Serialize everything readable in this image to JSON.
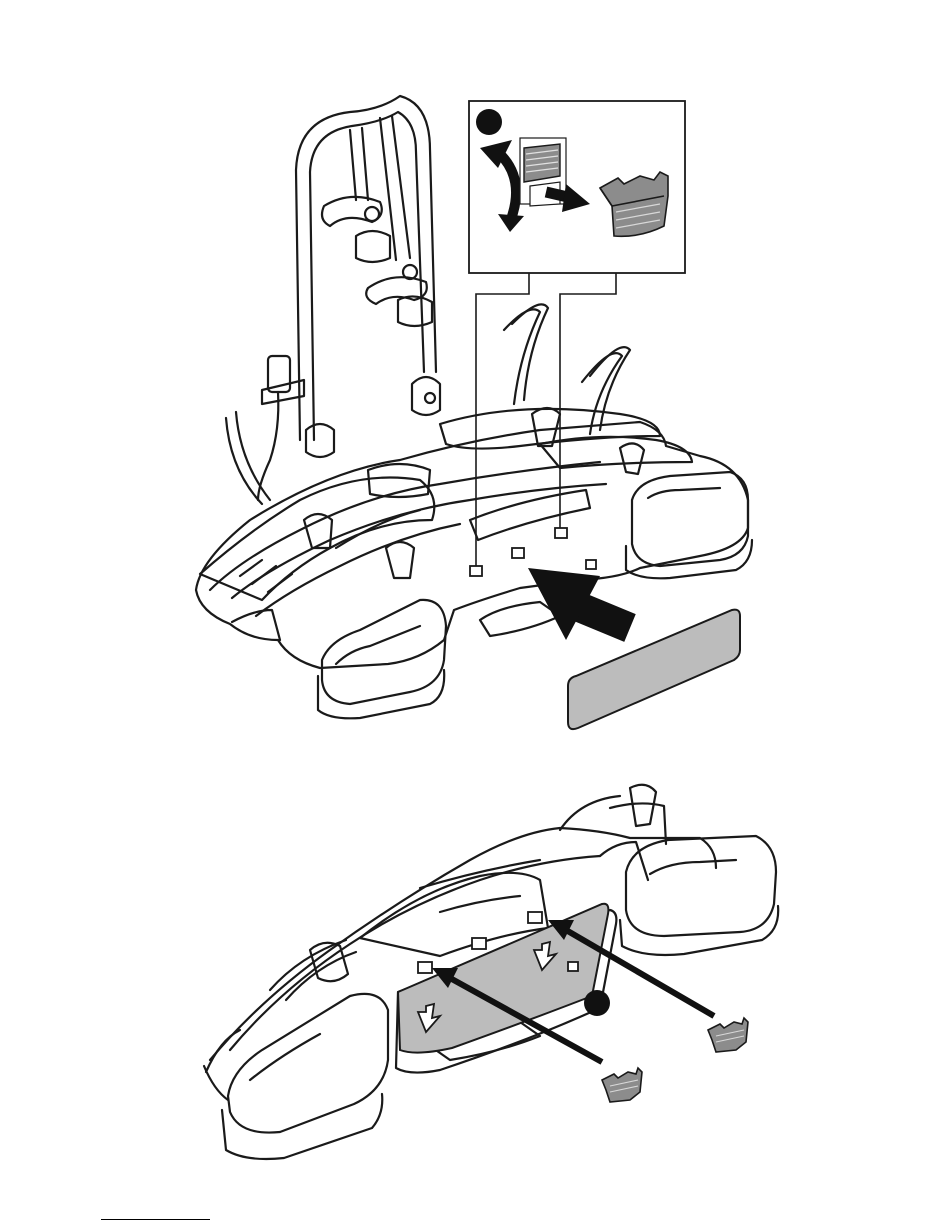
{
  "colors": {
    "line": "#1a1a1a",
    "plate_fill": "#bcbcbc",
    "part_fill": "#8c8c8c",
    "arrow": "#111111",
    "background": "#ffffff"
  },
  "figure_1": {
    "callout_marker": "filled-circle",
    "step_icons": [
      "curved-double-arrow-icon",
      "push-arrow-icon",
      "cover-clip-part-icon"
    ],
    "slot_count": 3
  },
  "figure_2": {
    "callout_marker": "filled-circle",
    "clip_count": 2
  }
}
